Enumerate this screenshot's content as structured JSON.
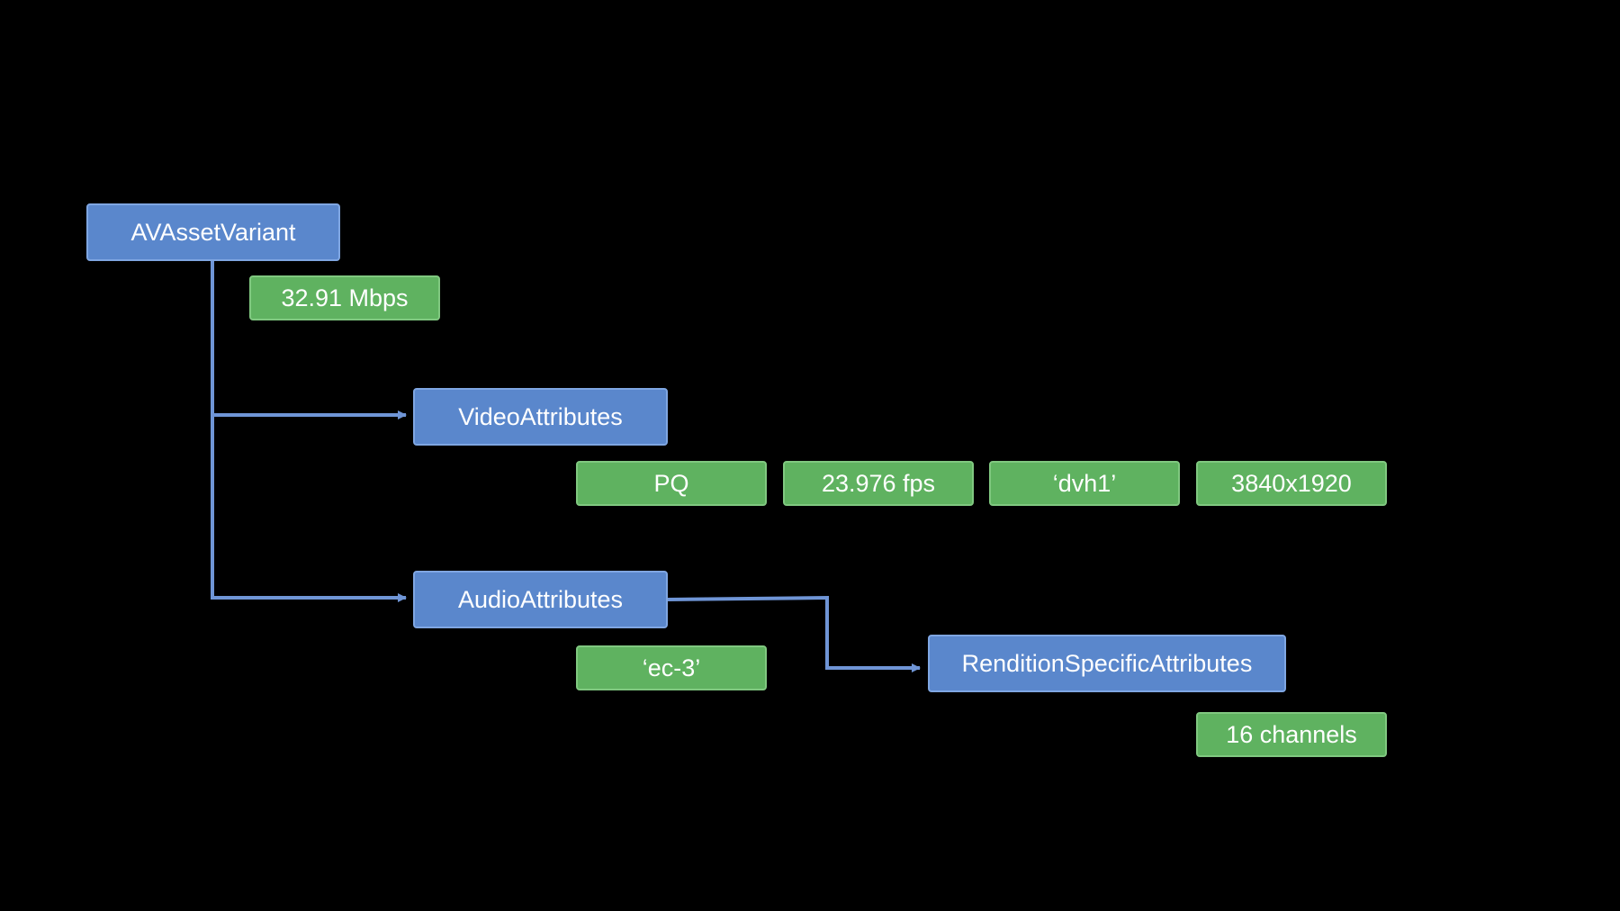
{
  "colors": {
    "background": "#000000",
    "class_box": "#5a87cc",
    "value_box": "#5fb260",
    "connector": "#6f95d6",
    "text": "#ffffff"
  },
  "diagram": {
    "root": {
      "label": "AVAssetVariant",
      "attributes": [
        "32.91 Mbps"
      ]
    },
    "video": {
      "label": "VideoAttributes",
      "attributes": [
        "PQ",
        "23.976 fps",
        "‘dvh1’",
        "3840x1920"
      ]
    },
    "audio": {
      "label": "AudioAttributes",
      "attributes": [
        "‘ec-3’"
      ]
    },
    "rendition": {
      "label": "RenditionSpecificAttributes",
      "attributes": [
        "16 channels"
      ]
    }
  }
}
